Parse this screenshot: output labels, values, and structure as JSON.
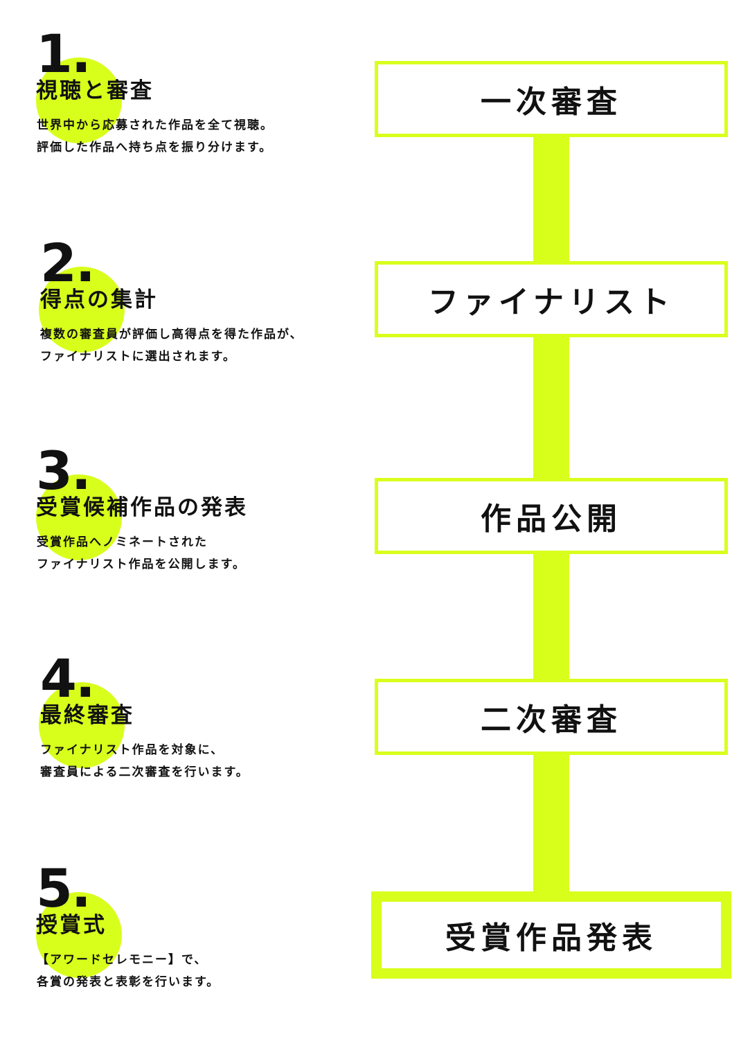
{
  "steps": [
    {
      "number": "1.",
      "title": "視聴と審査",
      "desc_lines": [
        "世界中から応募された作品を全て視聴。",
        "評価した作品へ持ち点を振り分けます。"
      ]
    },
    {
      "number": "2.",
      "title": "得点の集計",
      "desc_lines": [
        "複数の審査員が評価し高得点を得た作品が、",
        "ファイナリストに選出されます。"
      ]
    },
    {
      "number": "3.",
      "title": "受賞候補作品の発表",
      "desc_lines": [
        "受賞作品へノミネートされた",
        "ファイナリスト作品を公開します。"
      ]
    },
    {
      "number": "4.",
      "title": "最終審査",
      "desc_lines": [
        "ファイナリスト作品を対象に、",
        "審査員による二次審査を行います。"
      ]
    },
    {
      "number": "5.",
      "title": "授賞式",
      "desc_lines": [
        "【アワードセレモニー】で、",
        "各賞の発表と表彰を行います。"
      ]
    }
  ],
  "stages": [
    "一次審査",
    "ファイナリスト",
    "作品公開",
    "二次審査",
    "受賞作品発表"
  ],
  "colors": {
    "accent": "#d8ff1c",
    "text": "#111111",
    "background": "#ffffff"
  }
}
